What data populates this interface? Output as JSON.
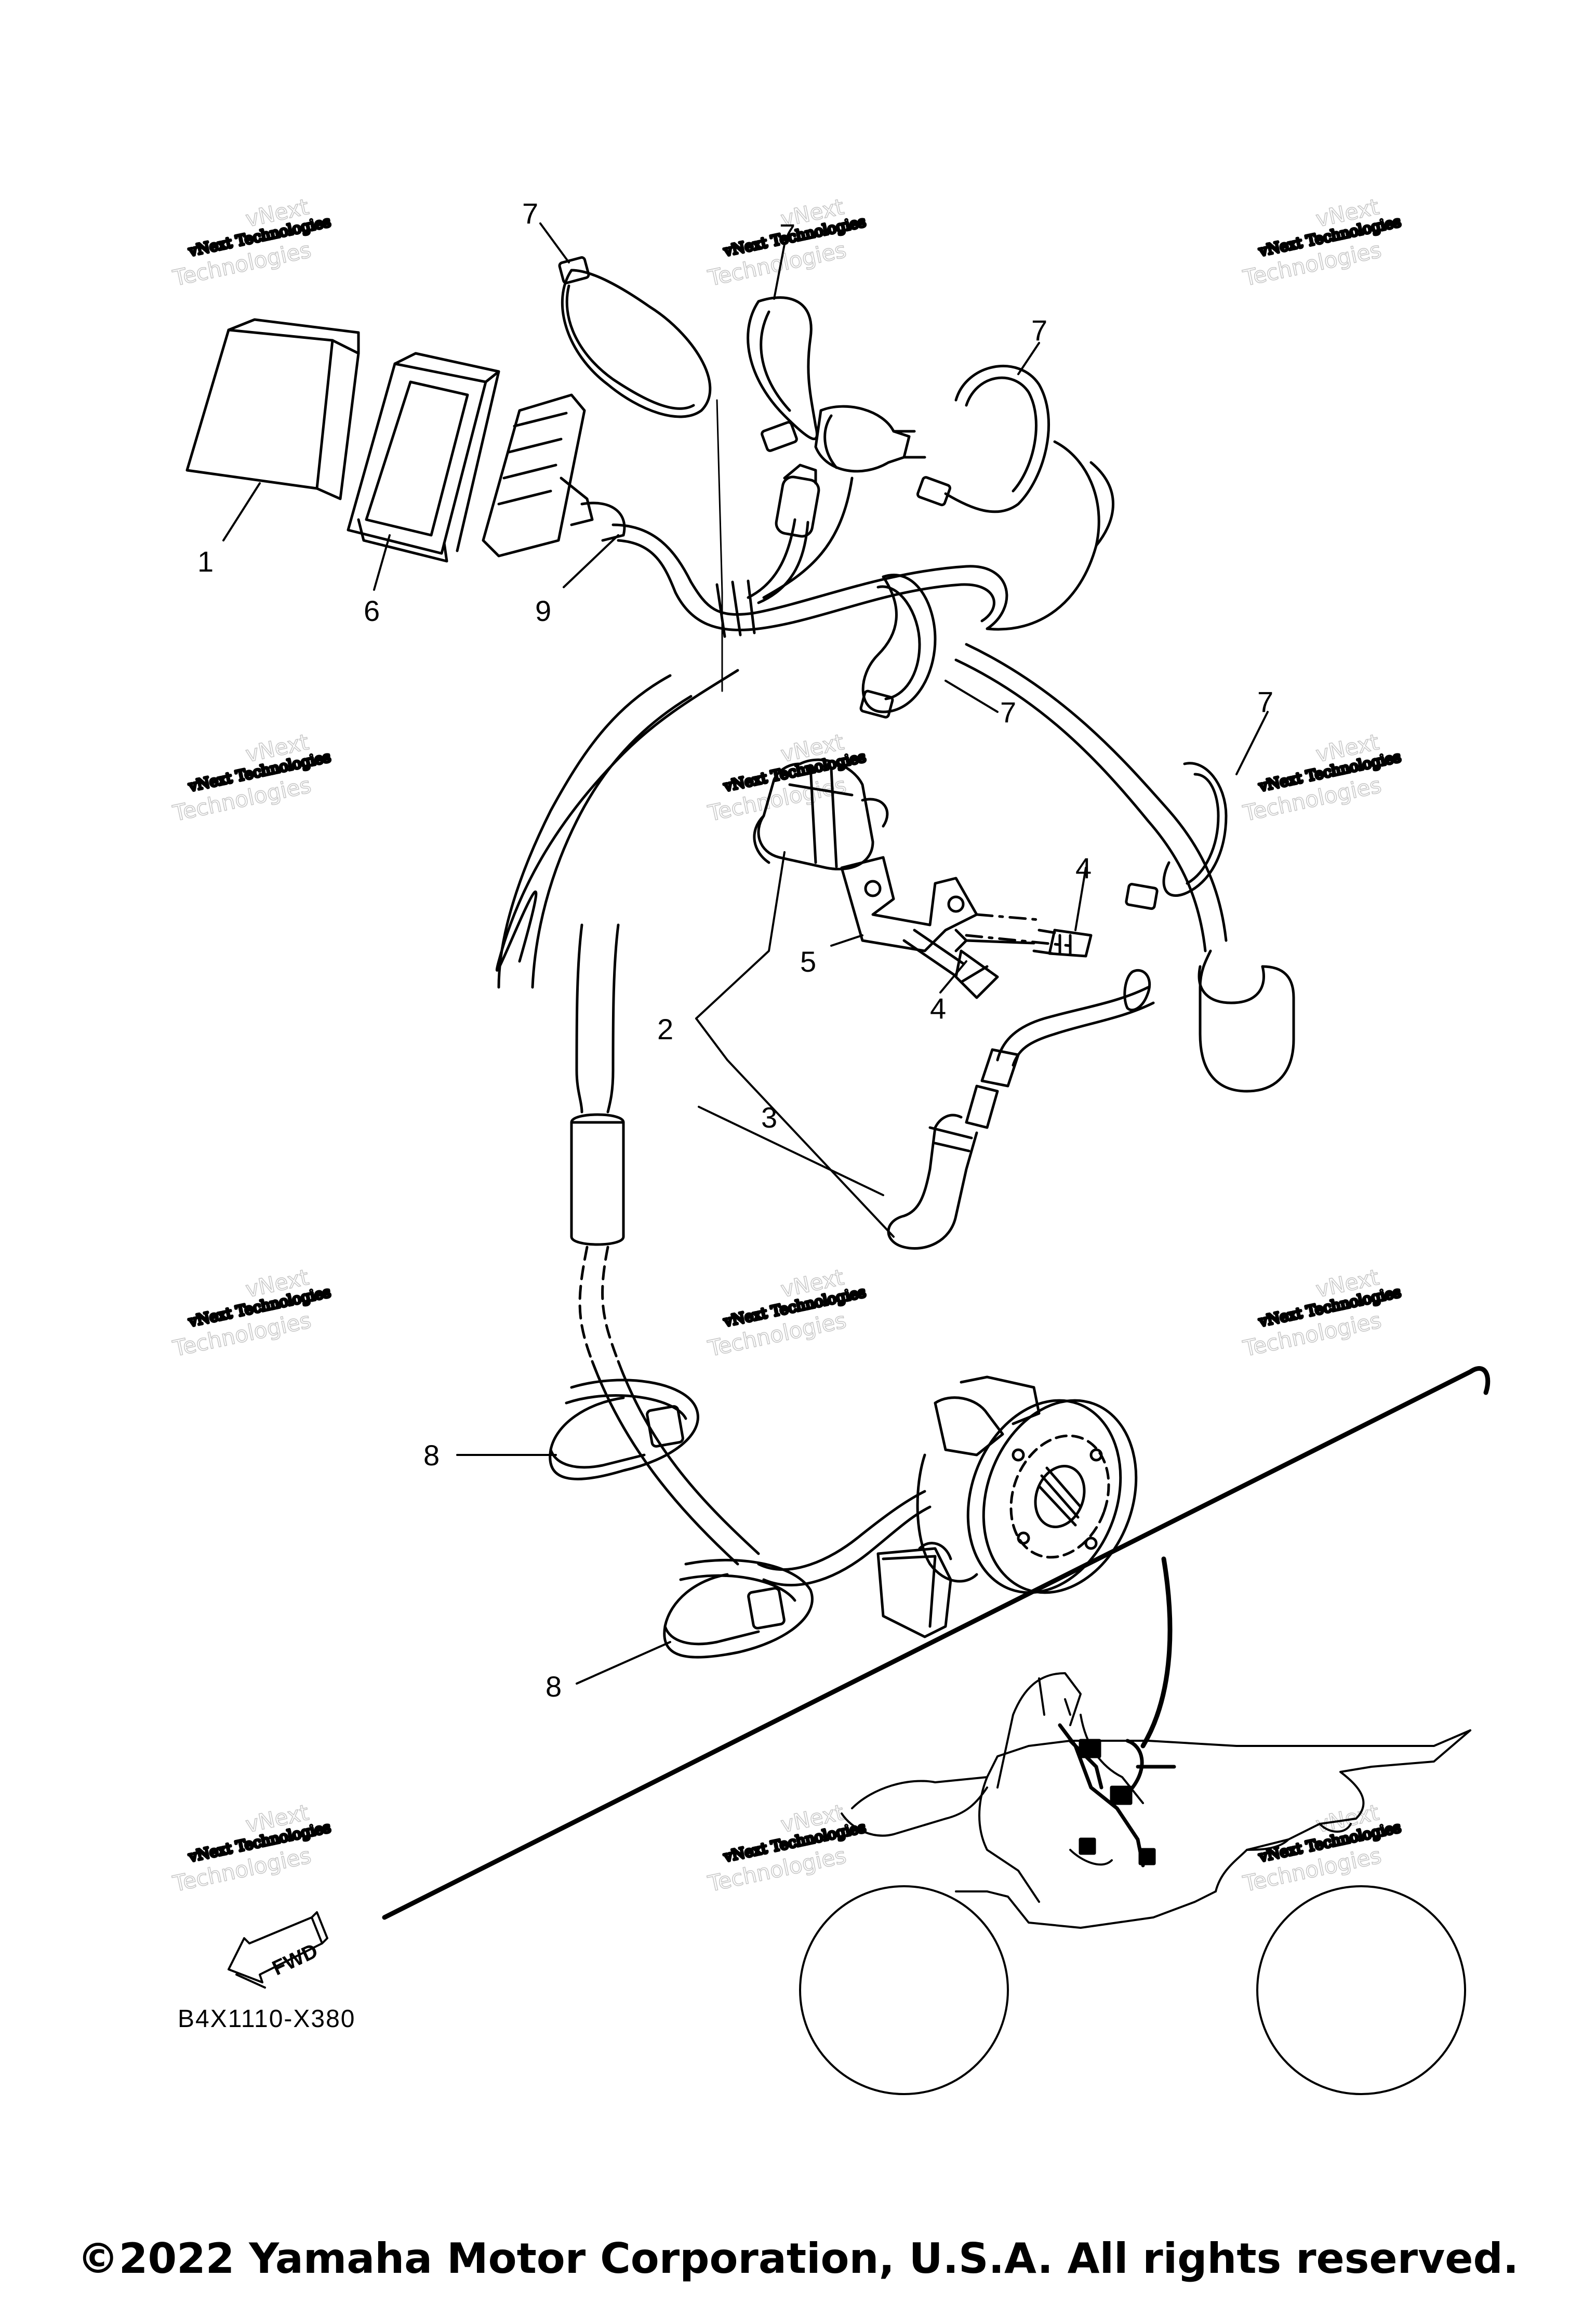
{
  "diagram": {
    "callouts": [
      {
        "id": "c7a",
        "label": "7"
      },
      {
        "id": "c7b",
        "label": "7"
      },
      {
        "id": "c7c",
        "label": "7"
      },
      {
        "id": "c1",
        "label": "1"
      },
      {
        "id": "c6",
        "label": "6"
      },
      {
        "id": "c9",
        "label": "9"
      },
      {
        "id": "c7d",
        "label": "7"
      },
      {
        "id": "c7e",
        "label": "7"
      },
      {
        "id": "c4a",
        "label": "4"
      },
      {
        "id": "c5",
        "label": "5"
      },
      {
        "id": "c4b",
        "label": "4"
      },
      {
        "id": "c2",
        "label": "2"
      },
      {
        "id": "c3",
        "label": "3"
      },
      {
        "id": "c8a",
        "label": "8"
      },
      {
        "id": "c8b",
        "label": "8"
      }
    ],
    "fwd_label": "FWD",
    "reference_code": "B4X1110-X380"
  },
  "watermark": {
    "line1": "vNext",
    "line2": "vNext Technologies",
    "line3": "Technologies"
  },
  "footer": {
    "copyright": "©2022 Yamaha Motor Corporation, U.S.A. All rights reserved."
  }
}
